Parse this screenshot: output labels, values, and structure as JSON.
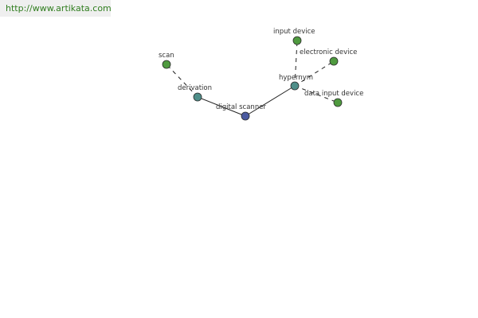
{
  "watermark": {
    "text": "http://www.artikata.com"
  },
  "colors": {
    "center_node": "#4b5aa0",
    "relation_node": "#4f8f8a",
    "leaf_node": "#4f9a3f",
    "node_stroke": "#2b2b2b",
    "edge": "#222222",
    "label": "#333333"
  },
  "nodes": [
    {
      "id": "digital-scanner",
      "label": "digital scanner",
      "kind": "center"
    },
    {
      "id": "derivation",
      "label": "derivation",
      "kind": "relation"
    },
    {
      "id": "hypernym",
      "label": "hypernym",
      "kind": "relation"
    },
    {
      "id": "scan",
      "label": "scan",
      "kind": "leaf"
    },
    {
      "id": "input-device",
      "label": "input device",
      "kind": "leaf"
    },
    {
      "id": "electronic-device",
      "label": "electronic device",
      "kind": "leaf"
    },
    {
      "id": "data-input-device",
      "label": "data input device",
      "kind": "leaf"
    }
  ],
  "edges": [
    {
      "from": "digital-scanner",
      "to": "derivation",
      "style": "solid"
    },
    {
      "from": "digital-scanner",
      "to": "hypernym",
      "style": "solid"
    },
    {
      "from": "derivation",
      "to": "scan",
      "style": "dashed"
    },
    {
      "from": "hypernym",
      "to": "input-device",
      "style": "dashed"
    },
    {
      "from": "hypernym",
      "to": "electronic-device",
      "style": "dashed"
    },
    {
      "from": "hypernym",
      "to": "data-input-device",
      "style": "dashed"
    }
  ]
}
